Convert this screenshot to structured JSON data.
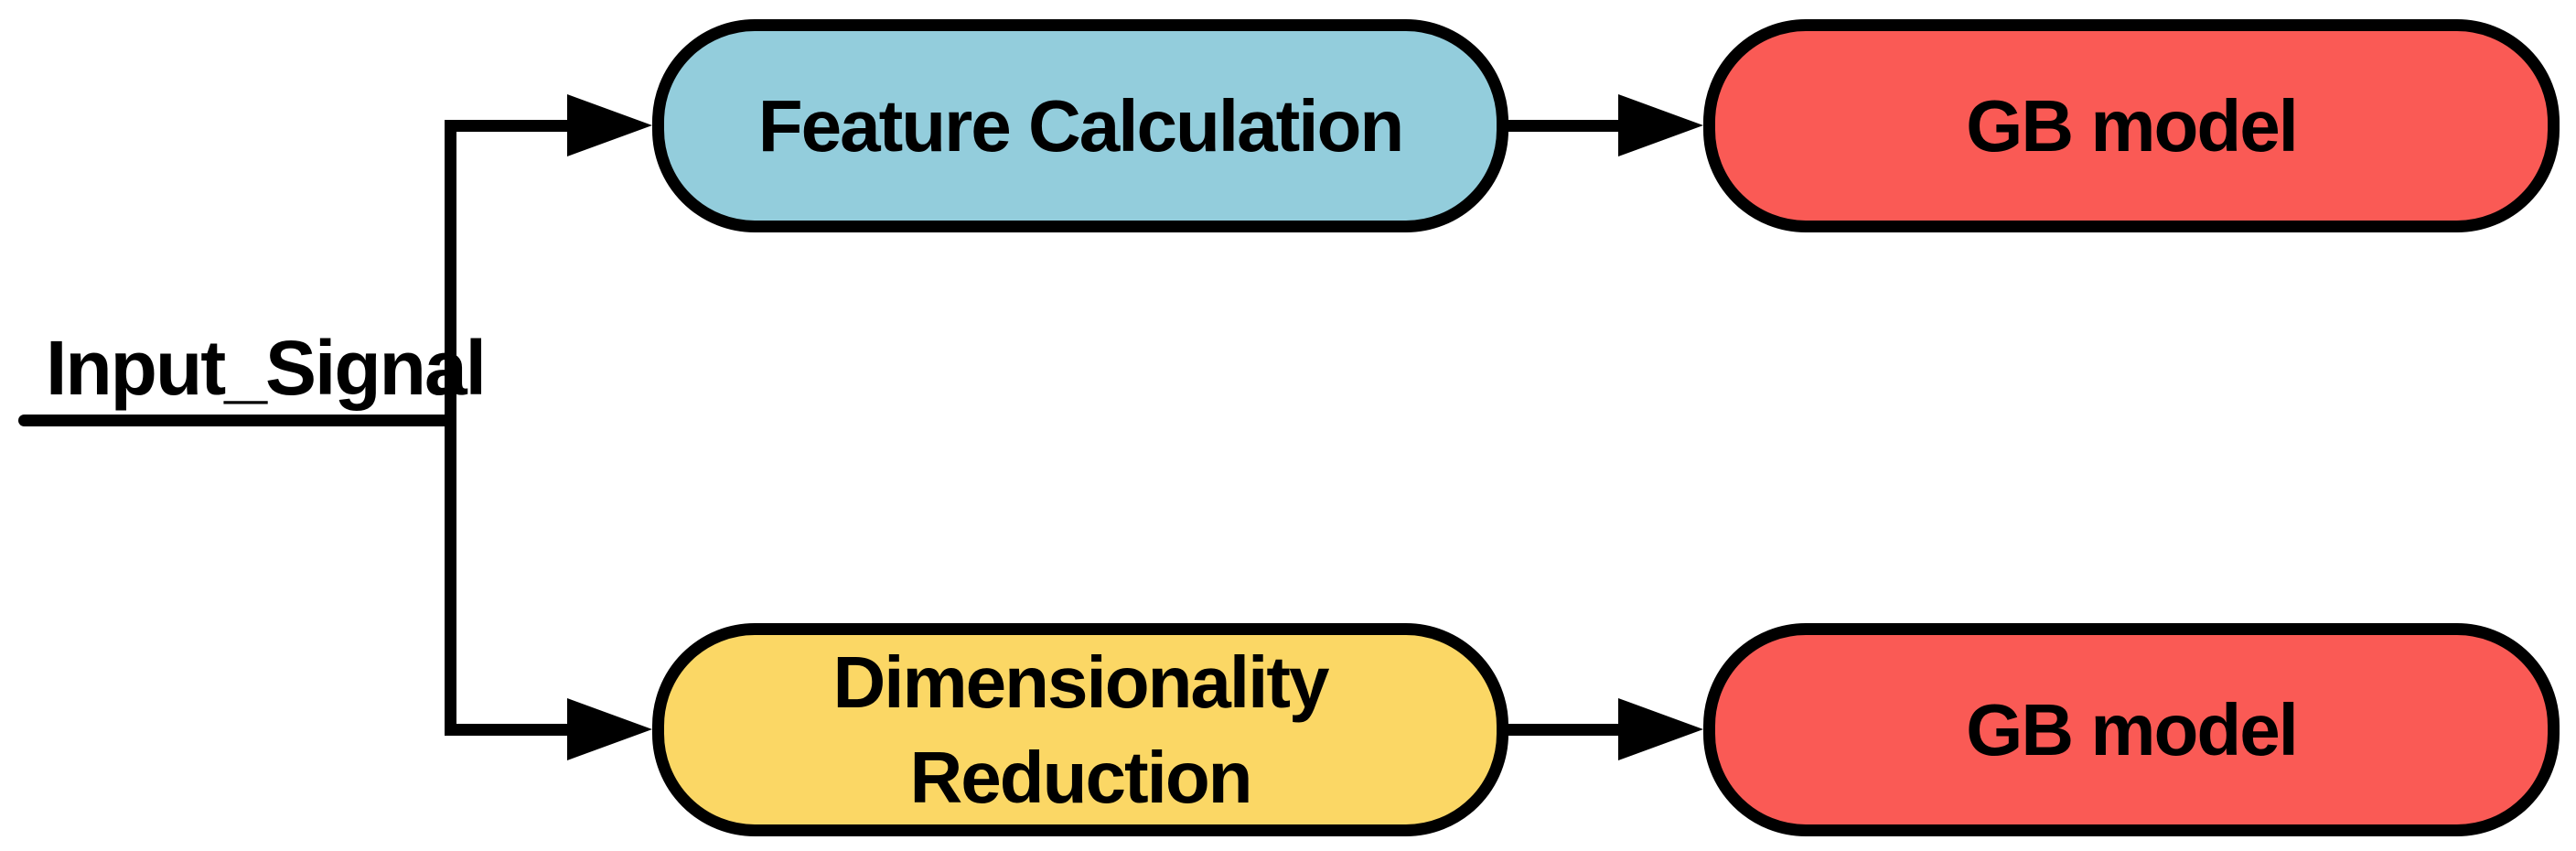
{
  "diagram": {
    "title": "signal processing pipeline flow diagram",
    "input_label": "Input_Signal",
    "nodes": {
      "feature_calculation": {
        "label": "Feature Calculation",
        "fill": "#93CDDC"
      },
      "dimensionality_reduction": {
        "lines": [
          "Dimensionality",
          "Reduction"
        ],
        "fill": "#FBD765"
      },
      "gb_model_top": {
        "label": "GB model",
        "fill": "#FA5A55"
      },
      "gb_model_bottom": {
        "label": "GB model",
        "fill": "#FA5A55"
      }
    },
    "colors": {
      "line": "#000000",
      "node_border": "#000000",
      "text": "#000000",
      "background": "#FFFFFF"
    }
  }
}
